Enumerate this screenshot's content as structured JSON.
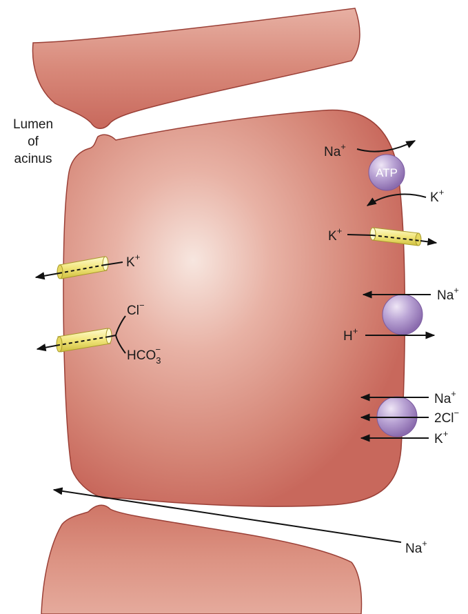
{
  "lumen_label": {
    "line1": "Lumen",
    "line2": "of",
    "line3": "acinus"
  },
  "atp_label": "ATP",
  "ions": {
    "na_pump_in": {
      "base": "Na",
      "sup": "+"
    },
    "k_pump_out": {
      "base": "K",
      "sup": "+"
    },
    "k_basal_channel": {
      "base": "K",
      "sup": "+"
    },
    "na_exchanger": {
      "base": "Na",
      "sup": "+"
    },
    "h_exchanger": {
      "base": "H",
      "sup": "+"
    },
    "na_cotransporter": {
      "base": "Na",
      "sup": "+"
    },
    "cl_cotransporter": {
      "base": "2Cl",
      "sup": "−"
    },
    "k_cotransporter": {
      "base": "K",
      "sup": "+"
    },
    "k_apical_channel": {
      "base": "K",
      "sup": "+"
    },
    "cl_apical": {
      "base": "Cl",
      "sup": "−"
    },
    "hco3_apical": {
      "base": "HCO",
      "sub": "3",
      "sup": "−"
    },
    "na_paracellular": {
      "base": "Na",
      "sup": "+"
    }
  },
  "colors": {
    "cell": "#c8685c",
    "cell_edge": "#9a3f36",
    "cell_highlight": "#f6e3dc",
    "channel": "#f0e47a",
    "transporter": "#a48ac6"
  }
}
